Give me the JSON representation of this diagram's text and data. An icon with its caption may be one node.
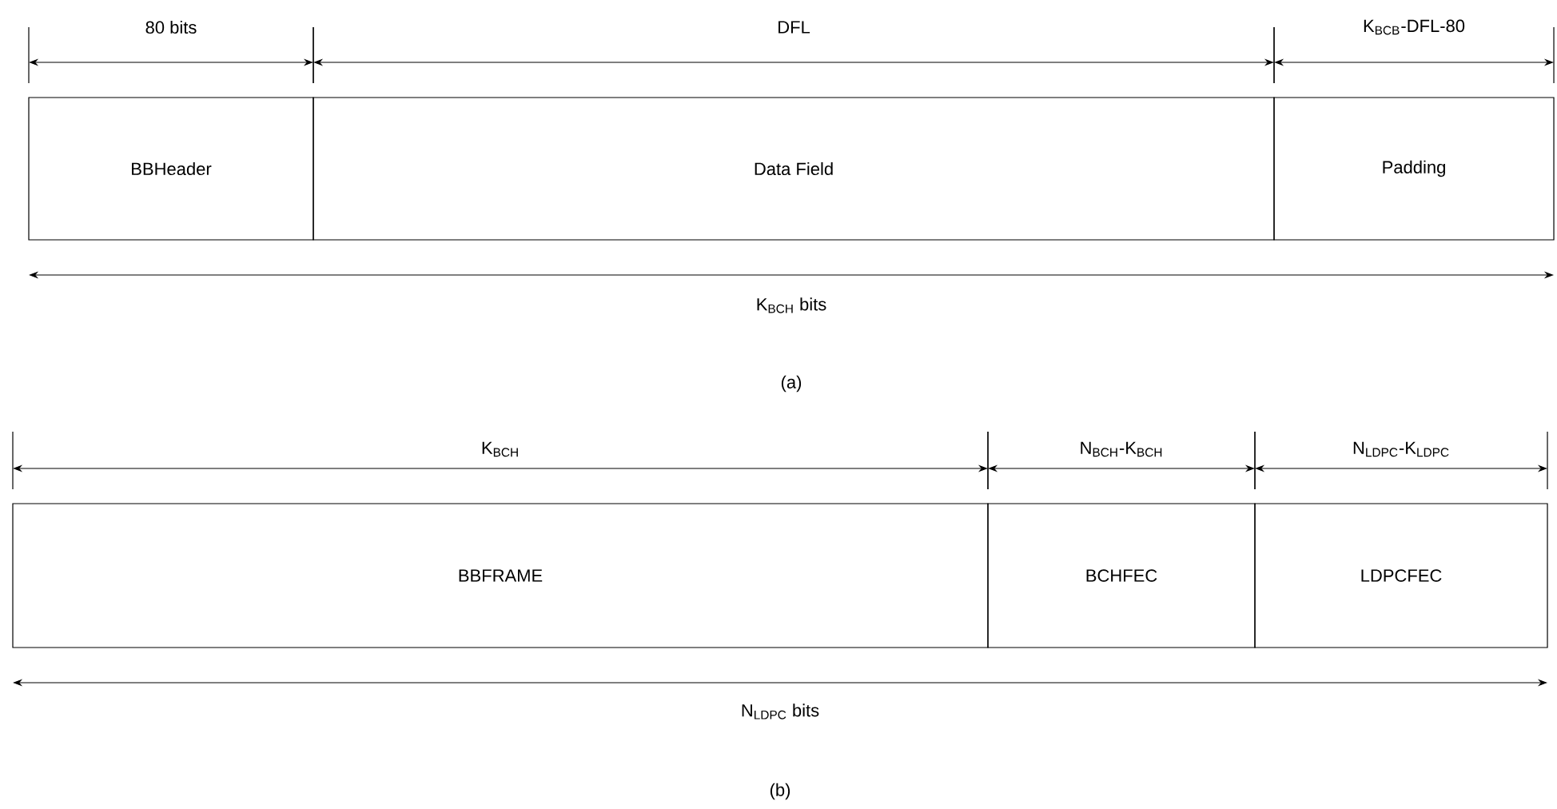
{
  "diagram": {
    "nodes": [
      {
        "text": [
          "BBHeader"
        ]
      },
      {
        "text": [
          "Data Field"
        ]
      },
      {
        "text": [
          "Padding"
        ]
      },
      {
        "text": [
          "BBFRAME"
        ]
      },
      {
        "text": [
          "BCHFEC"
        ]
      },
      {
        "text": [
          "LDPCFEC"
        ]
      }
    ],
    "labels": [
      "80 bits",
      "DFL",
      "K$_{BCB}$-DFL-80",
      "K$_{BCH}$ bits",
      "(a)",
      "K$_{BCH}$",
      "N$_{BCH}$-K$_{BCH}$",
      "N$_{LDPC}$-K$_{LDPC}$",
      "N$_{LDPC}$ bits",
      "(b)"
    ]
  }
}
